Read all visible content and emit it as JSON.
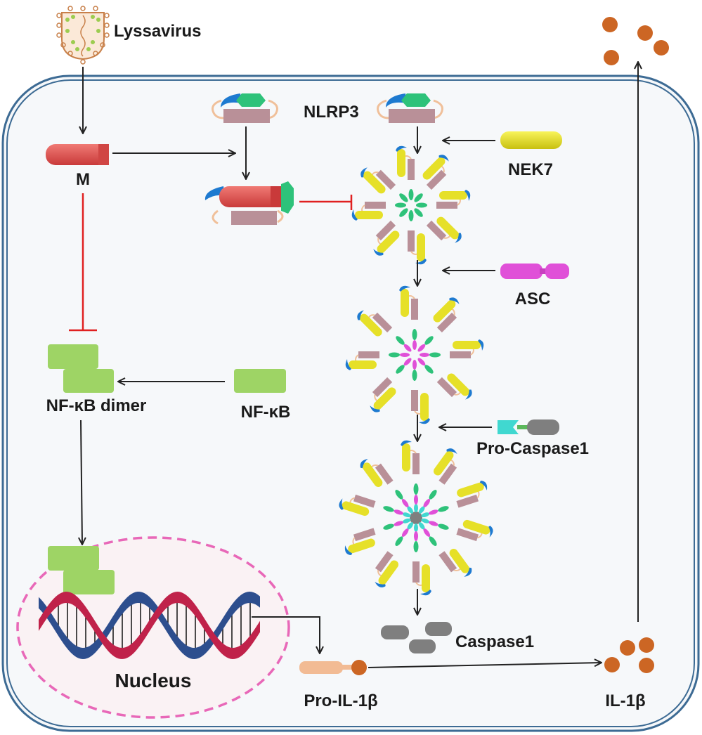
{
  "labels": {
    "virus": "Lyssavirus",
    "m": "M",
    "nlrp3": "NLRP3",
    "nek7": "NEK7",
    "asc": "ASC",
    "pro_caspase1": "Pro-Caspase1",
    "caspase1": "Caspase1",
    "nfkb_dimer": "NF-κB dimer",
    "nfkb": "NF-κB",
    "nucleus": "Nucleus",
    "pro_il1b": "Pro-IL-1β",
    "il1b": "IL-1β"
  },
  "colors": {
    "cell_border": "#3d6b94",
    "cell_fill": "#f6f8fa",
    "arrow": "#222222",
    "inhibit": "#e02020",
    "m_protein": "#e0504e",
    "nfkb": "#9ed465",
    "nek7": "#e6e028",
    "asc": "#e050d8",
    "nlrp3_nacht": "#b99098",
    "nlrp3_pyd": "#2ec27a",
    "nlrp3_lrr_cap": "#1e7ad0",
    "caspase_gray": "#7f7f7f",
    "caspase_cyan": "#40d8d0",
    "il1b": "#cc6624",
    "pro_il1b": "#f2bb94",
    "nucleus_border": "#e868b8",
    "dna_red": "#c0224a",
    "dna_blue": "#2d4e8e"
  }
}
